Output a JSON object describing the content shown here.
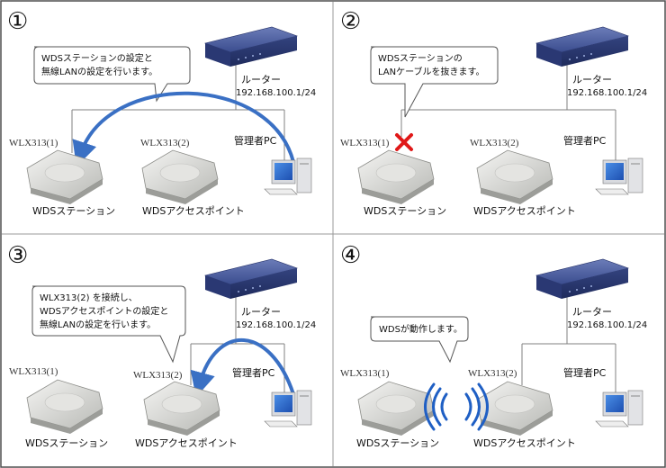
{
  "colors": {
    "frame": "#4f4f4f",
    "divider": "#9a9a9a",
    "wire": "#808080",
    "arrow": "#3a70c4",
    "router": "#2e3f7e",
    "cross": "#e01818",
    "wifi": "#1f5fc4"
  },
  "icons": {
    "router": "router-icon",
    "access_point": "access-point-icon",
    "pc": "pc-icon",
    "cross": "cross-mark-icon",
    "wireless": "wireless-signal-icon"
  },
  "panels": [
    {
      "step": "①",
      "router_label": "ルーター",
      "router_ip": "192.168.100.1/24",
      "ap1_name": "WLX313(1)",
      "ap1_label": "WDSステーション",
      "ap2_name": "WLX313(2)",
      "ap2_label": "WDSアクセスポイント",
      "pc_label": "管理者PC",
      "callout": [
        "WDSステーションの設定と",
        "無線LANの設定を行います。"
      ]
    },
    {
      "step": "②",
      "router_label": "ルーター",
      "router_ip": "192.168.100.1/24",
      "ap1_name": "WLX313(1)",
      "ap1_label": "WDSステーション",
      "ap2_name": "WLX313(2)",
      "ap2_label": "WDSアクセスポイント",
      "pc_label": "管理者PC",
      "callout": [
        "WDSステーションの",
        "LANケーブルを抜きます。"
      ]
    },
    {
      "step": "③",
      "router_label": "ルーター",
      "router_ip": "192.168.100.1/24",
      "ap1_name": "WLX313(1)",
      "ap1_label": "WDSステーション",
      "ap2_name": "WLX313(2)",
      "ap2_label": "WDSアクセスポイント",
      "pc_label": "管理者PC",
      "callout": [
        "WLX313(2) を接続し、",
        "WDSアクセスポイントの設定と",
        "無線LANの設定を行います。"
      ]
    },
    {
      "step": "④",
      "router_label": "ルーター",
      "router_ip": "192.168.100.1/24",
      "ap1_name": "WLX313(1)",
      "ap1_label": "WDSステーション",
      "ap2_name": "WLX313(2)",
      "ap2_label": "WDSアクセスポイント",
      "pc_label": "管理者PC",
      "callout": [
        "WDSが動作します。"
      ]
    }
  ]
}
